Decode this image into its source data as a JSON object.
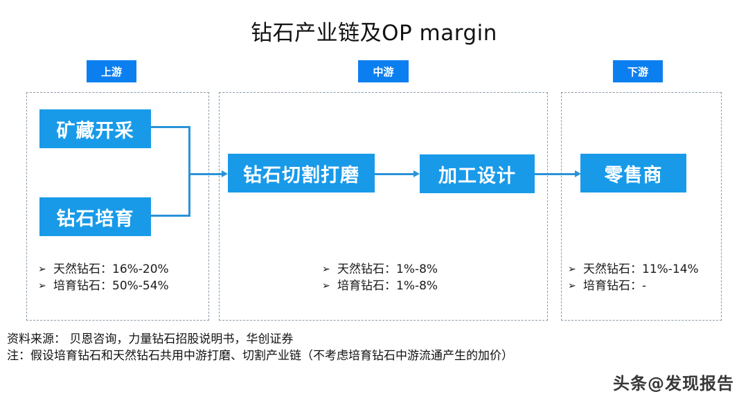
{
  "title": "钻石产业链及OP margin",
  "colors": {
    "stage_tab": "#0c7ff0",
    "node": "#189ae9",
    "connector": "#2a93d8",
    "dashed_border": "#8a9aa8"
  },
  "stages": [
    {
      "label": "上游",
      "nodes": [
        "矿藏开采",
        "钻石培育"
      ],
      "metrics": [
        {
          "label": "天然钻石",
          "value": "16%-20%"
        },
        {
          "label": "培育钻石",
          "value": "50%-54%"
        }
      ]
    },
    {
      "label": "中游",
      "nodes": [
        "钻石切割打磨",
        "加工设计"
      ],
      "metrics": [
        {
          "label": "天然钻石",
          "value": "1%-8%"
        },
        {
          "label": "培育钻石",
          "value": "1%-8%"
        }
      ]
    },
    {
      "label": "下游",
      "nodes": [
        "零售商"
      ],
      "metrics": [
        {
          "label": "天然钻石",
          "value": "11%-14%"
        },
        {
          "label": "培育钻石",
          "value": "-"
        }
      ]
    }
  ],
  "metric_separator": "：",
  "bullet_icon": "➢",
  "notes": {
    "source": "资料来源： 贝恩咨询，力量钻石招股说明书，华创证券",
    "note": "注：假设培育钻石和天然钻石共用中游打磨、切割产业链（不考虑培育钻石中游流通产生的加价）"
  },
  "watermark": "头条@发现报告"
}
